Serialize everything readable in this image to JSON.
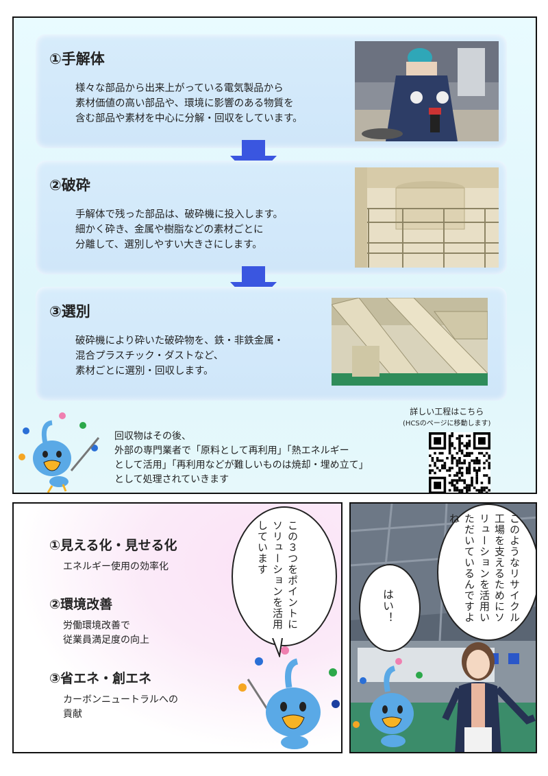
{
  "process": {
    "steps": [
      {
        "title": "①手解体",
        "lines": [
          "様々な部品から出来上がっている電気製品から",
          "素材価値の高い部品や、環境に影響のある物質を",
          "含む部品や素材を中心に分解・回収をしています。"
        ]
      },
      {
        "title": "②破砕",
        "lines": [
          "手解体で残った部品は、破砕機に投入します。",
          "細かく砕き、金属や樹脂などの素材ごとに",
          "分離して、選別しやすい大きさにします。"
        ]
      },
      {
        "title": "③選別",
        "lines": [
          "破砕機により砕いた破砕物を、鉄・非鉄金属・",
          "混合プラスチック・ダストなど、",
          "素材ごとに選別・回収します。"
        ]
      }
    ],
    "outro_lines": [
      "回収物はその後、",
      "外部の専門業者で「原料として再利用」「熱エネルギー",
      "として活用」「再利用などが難しいものは焼却・埋め立て」",
      "として処理されていきます"
    ],
    "qr_caption": "詳しい工程はこちら",
    "qr_sub": "(HCSのページに移動します)"
  },
  "solutions": {
    "items": [
      {
        "title": "①見える化・見せる化",
        "lines": [
          "エネルギー使用の効率化"
        ]
      },
      {
        "title": "②環境改善",
        "lines": [
          "労働環境改善で",
          "従業員満足度の向上"
        ]
      },
      {
        "title": "③省エネ・創エネ",
        "lines": [
          "カーボンニュートラルへの",
          "貢献"
        ]
      }
    ],
    "bubble_text": "この３つをポイントにソリューションを活用しています"
  },
  "dialogue": {
    "woman_text": "このようなリサイクル工場を支えるためにソリューションを活用いただいているんですよね",
    "mascot_text": "はい！"
  },
  "colors": {
    "arrow": "#3a56e0",
    "step_bg": "#d7ecfb",
    "mascot": "#5aa9e6"
  }
}
